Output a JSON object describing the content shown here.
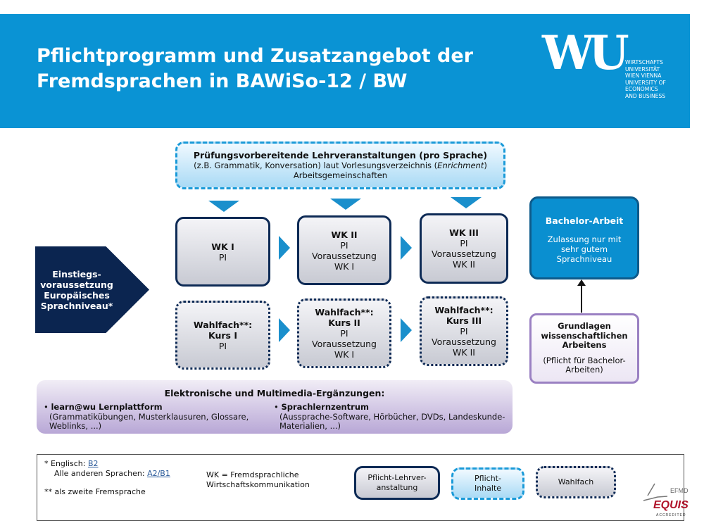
{
  "header": {
    "title": "Pflichtprogramm und Zusatzangebot der\nFremdsprachen in BAWiSo-12 / BW",
    "logo_mark": "WU",
    "logo_text": "WIRTSCHAFTS\nUNIVERSITÄT\nWIEN VIENNA\nUNIVERSITY OF\nECONOMICS\nAND BUSINESS"
  },
  "top_box": {
    "title": "Prüfungsvorbereitende Lehrveranstaltungen (pro Sprache)",
    "line1_a": "(z.B. Grammatik, Konversation) laut Vorlesungsverzeichnis (",
    "line1_em": "Enrichment",
    "line1_b": ")",
    "line2": "Arbeitsgemeinschaften"
  },
  "entry": "Einstiegs-\nvoraussetzung\nEuropäisches\nSprachniveau*",
  "wk": [
    {
      "title": "WK I",
      "l1": "PI",
      "l2": "",
      "l3": ""
    },
    {
      "title": "WK II",
      "l1": "PI",
      "l2": "Voraussetzung",
      "l3": "WK I"
    },
    {
      "title": "WK III",
      "l1": "PI",
      "l2": "Voraussetzung",
      "l3": "WK II"
    }
  ],
  "wahl": [
    {
      "t1": "Wahlfach**:",
      "t2": "Kurs I",
      "l1": "PI",
      "l2": "",
      "l3": ""
    },
    {
      "t1": "Wahlfach**:",
      "t2": "Kurs II",
      "l1": "PI",
      "l2": "Voraussetzung",
      "l3": "WK I"
    },
    {
      "t1": "Wahlfach**:",
      "t2": "Kurs III",
      "l1": "PI",
      "l2": "Voraussetzung",
      "l3": "WK II"
    }
  ],
  "bachelor": {
    "title": "Bachelor-Arbeit",
    "text": "Zulassung nur mit sehr gutem Sprachniveau"
  },
  "grundlagen": {
    "title": "Grundlagen wissenschaftlichen Arbeitens",
    "text": "(Pflicht für Bachelor-Arbeiten)"
  },
  "elektronisch": {
    "title": "Elektronische und Multimedia-Ergänzungen:",
    "left_title": "learn@wu Lernplattform",
    "left_text": "(Grammatikübungen, Musterklausuren, Glossare,\nWeblinks, ...)",
    "right_title": "Sprachlernzentrum",
    "right_text": "(Aussprache-Software, Hörbücher, DVDs, Landeskunde-\nMaterialien, ...)"
  },
  "legend": {
    "english_label": "*  Englisch: ",
    "english_level": "B2",
    "other_label": "Alle anderen Sprachen: ",
    "other_level": "A2/B1",
    "second": "** als zweite Fremsprache",
    "wk_def": "WK = Fremdsprachliche\nWirtschaftskommunikation",
    "pflicht_lv": "Pflicht-Lehrver-\nanstaltung",
    "pflicht_inhalte": "Pflicht-\nInhalte",
    "wahlfach": "Wahlfach"
  },
  "accreditation": {
    "efmd": "EFMD",
    "equis": "EQUIS",
    "accredited": "ACCREDITED"
  }
}
